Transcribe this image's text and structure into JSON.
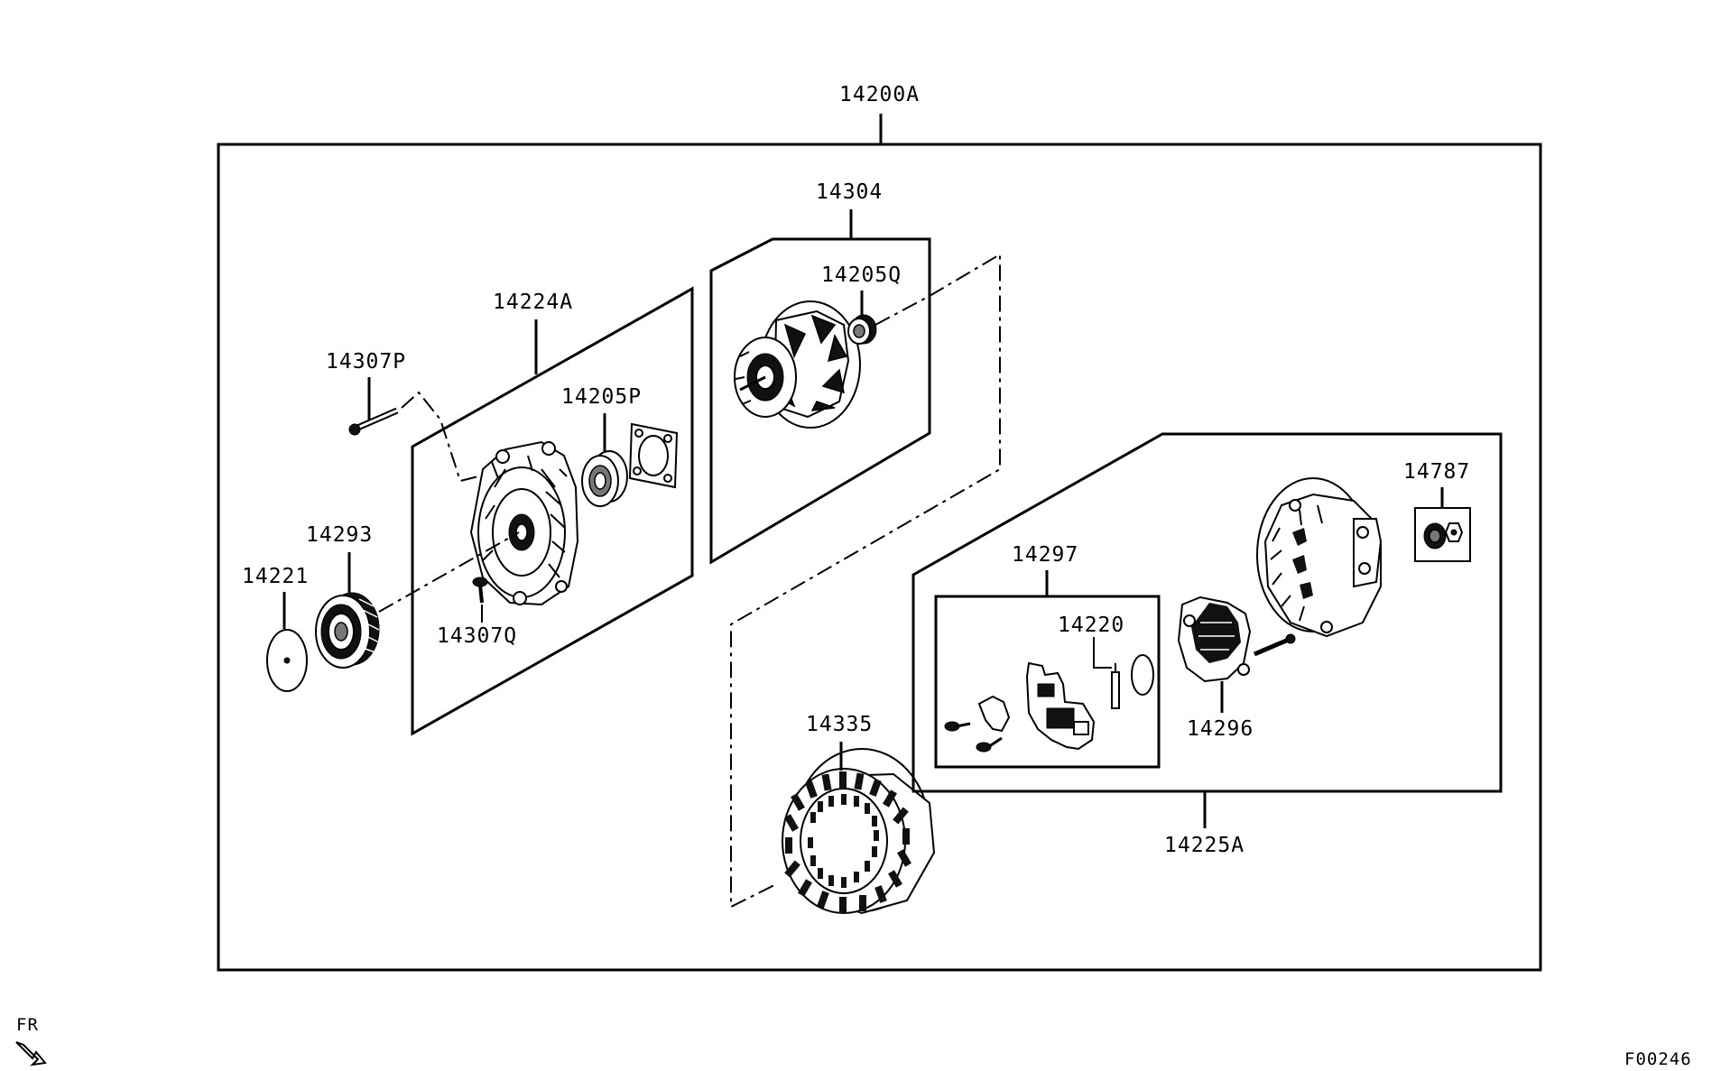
{
  "labels": {
    "assembly": "14200A",
    "rotor": "14304",
    "rotor_bearing": "14205Q",
    "front_bracket": "14224A",
    "front_bearing": "14205P",
    "through_bolt": "14307P",
    "screw": "14307Q",
    "pulley": "14293",
    "pulley_cap": "14221",
    "stator": "14335",
    "rear_bracket": "14225A",
    "regulator_kit": "14297",
    "brush": "14220",
    "rectifier": "14296",
    "nut": "14787"
  },
  "direction_marker": "FR",
  "figure_code": "F00246"
}
